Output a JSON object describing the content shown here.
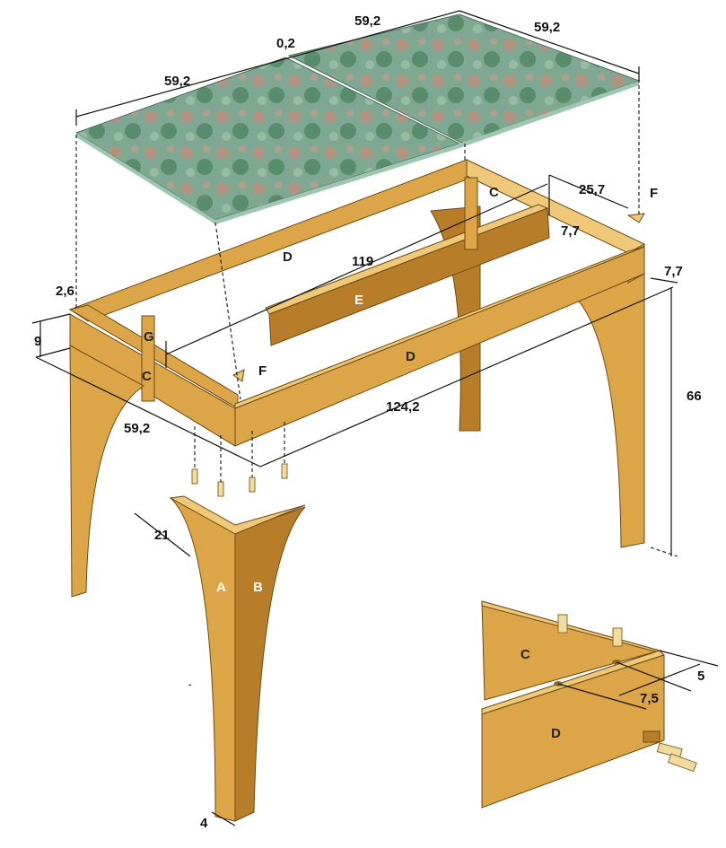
{
  "colors": {
    "wood": "#dca548",
    "wood_dark": "#b87d28",
    "glass": "#7fa892",
    "glass_pink": "#c88a7a"
  },
  "dimensions": {
    "glass_left_width": "59,2",
    "glass_gap": "0,2",
    "glass_right_width": "59,2",
    "glass_depth": "59,2",
    "brace_offset": "25,7",
    "apron_height_back": "7,7",
    "inner_length": "119",
    "apron_height_right": "7,7",
    "apron_thickness": "2,6",
    "leg_offset": "9",
    "frame_depth": "59,2",
    "frame_length": "124,2",
    "table_height": "66",
    "leg_width": "21",
    "leg_foot": "4",
    "detail_dowel_edge": "5",
    "detail_dowel_spacing": "7,5",
    "stray_mark": "-"
  },
  "parts": {
    "c_back": "C",
    "f_back": "F",
    "d_back": "D",
    "e_brace": "E",
    "g_block": "G",
    "c_front": "C",
    "f_front": "F",
    "d_front": "D",
    "leg_a": "A",
    "leg_b": "B",
    "detail_c": "C",
    "detail_d": "D"
  }
}
